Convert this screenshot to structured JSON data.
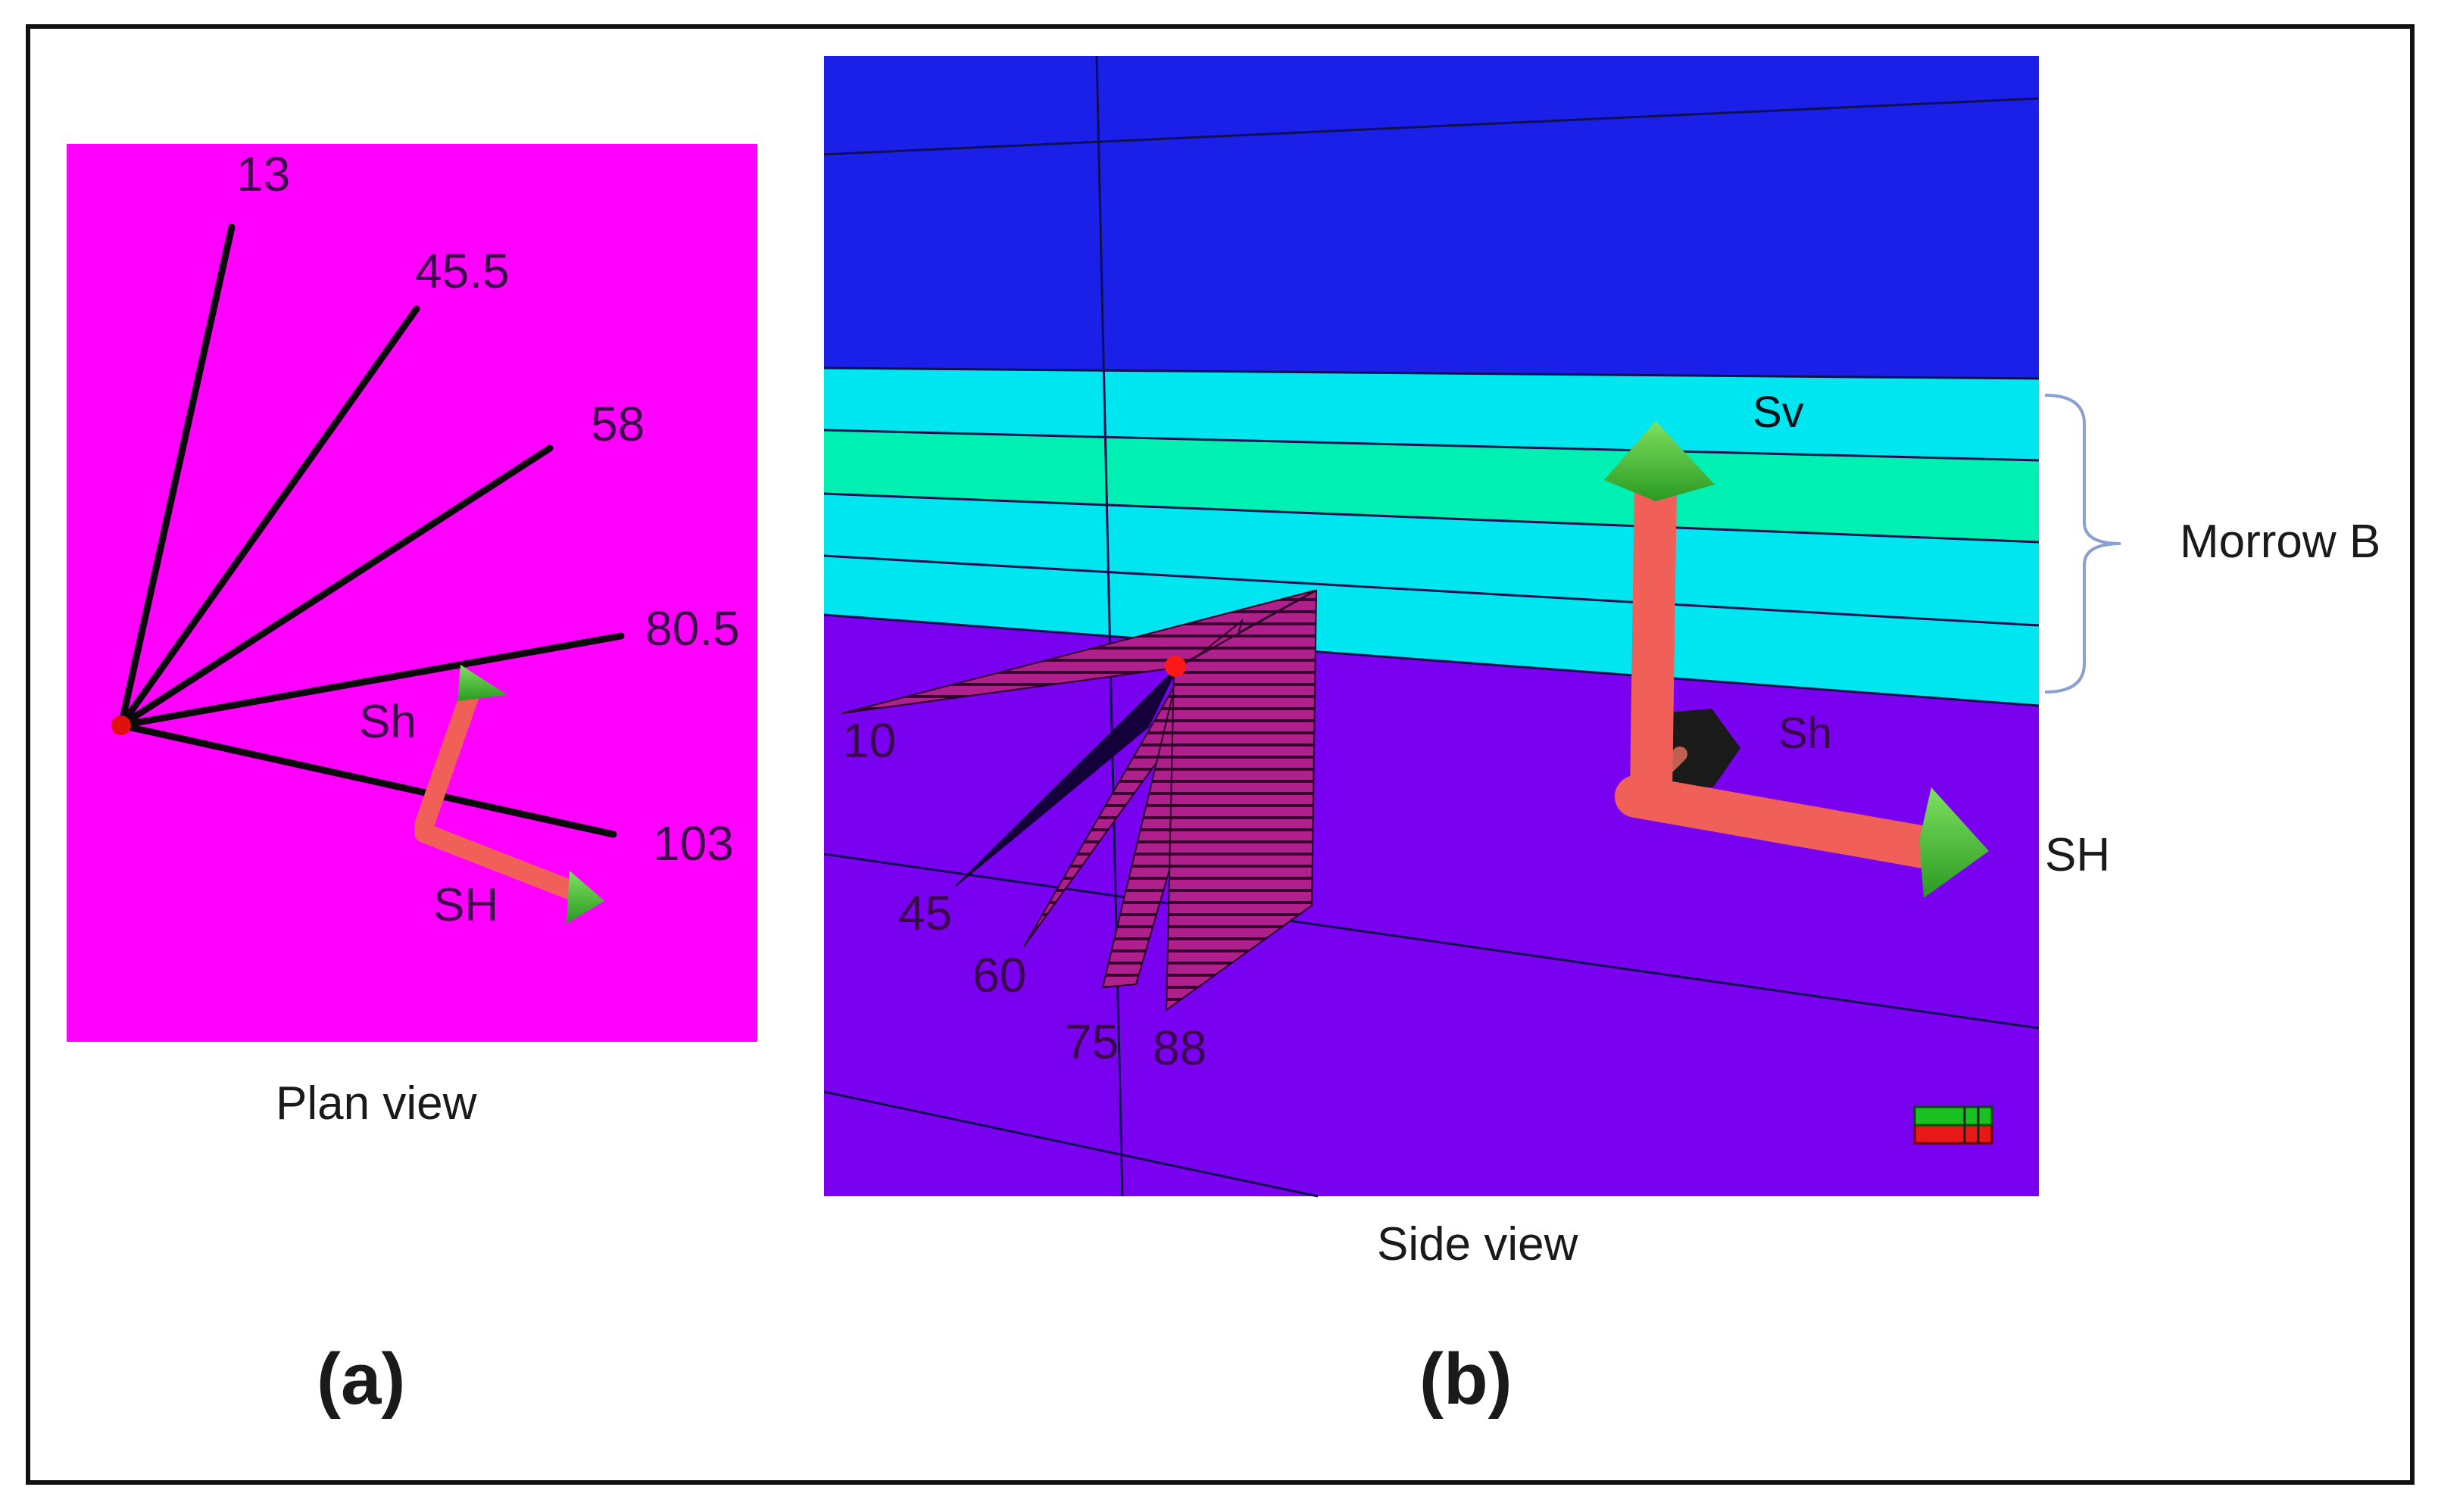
{
  "panel_a": {
    "caption": "Plan view",
    "letter": "(a)",
    "well_angles": [
      "13",
      "45.5",
      "58",
      "80.5",
      "103"
    ],
    "stress_labels": {
      "sh_min": "Sh",
      "sh_max": "SH"
    },
    "background_color": "#ff00ff"
  },
  "panel_b": {
    "caption": "Side view",
    "letter": "(b)",
    "fracture_angles": [
      "10",
      "45",
      "60",
      "75",
      "88"
    ],
    "stress_labels": {
      "sv": "Sv",
      "sh_min": "Sh",
      "sh_max": "SH"
    },
    "formation_label": "Morrow B",
    "layer_colors": {
      "top": "#1a20e8",
      "cyan": "#00e6f0",
      "green": "#00f0b4",
      "bottom": "#7a00f0"
    }
  },
  "colors": {
    "arrow_shaft": "#f06058",
    "arrow_head": "#3cb82c"
  }
}
